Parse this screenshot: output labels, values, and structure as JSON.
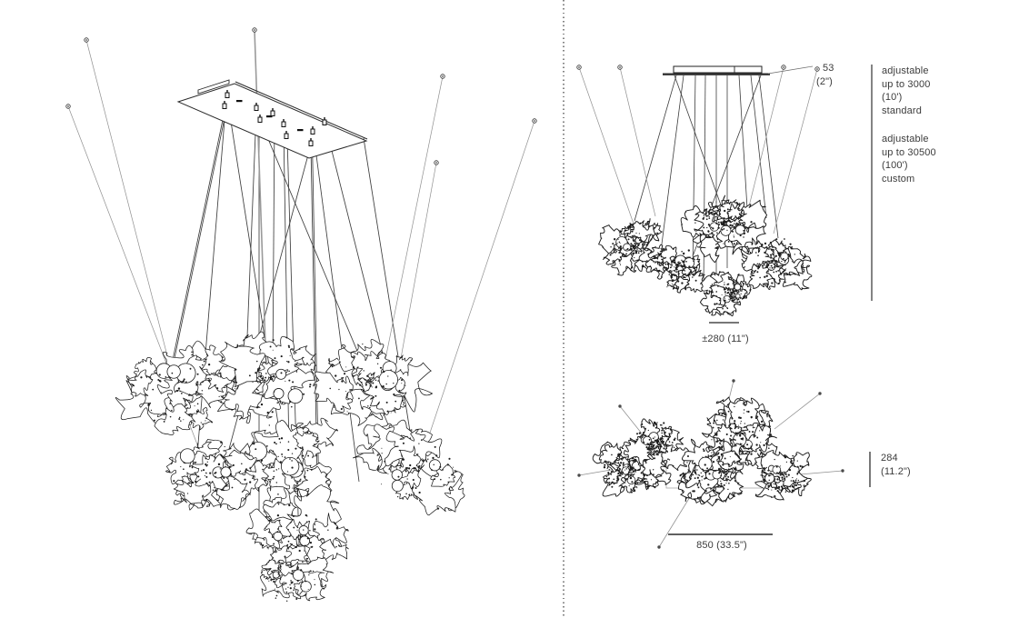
{
  "colors": {
    "background": "#ffffff",
    "ink": "#1c1c1c",
    "wire_dark": "#3d3d3d",
    "wire_light": "#8f8f8f",
    "wire_gray": "#9a9a9a",
    "dimension": "#4a4a4a",
    "frame_light": "#aaaaaa",
    "text": "#3b3b3b",
    "divider": "#858585"
  },
  "front_view": {
    "canopy_thickness": "53",
    "canopy_thickness_inches": "(2\")",
    "suspension_note_standard": "adjustable\nup to 3000\n(10')\nstandard",
    "suspension_note_custom": "adjustable\nup to 30500\n(100')\ncustom",
    "cluster_drop_dimension": "±280 (11\")"
  },
  "plan_view": {
    "cluster_height": "284",
    "cluster_height_inches": "(11.2\")",
    "overall_width_dimension": "850 (33.5\")"
  }
}
